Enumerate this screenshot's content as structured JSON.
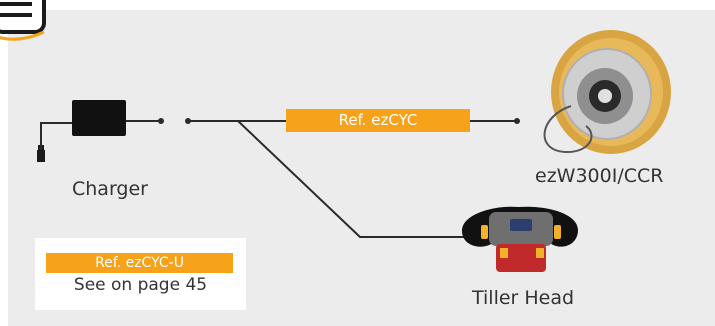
{
  "colors": {
    "panel_bg": "#ececec",
    "accent": "#f7a21b",
    "line": "#2a2a2a",
    "text": "#333333"
  },
  "icons": [
    "menu-icon",
    "charger-icon",
    "motor-wheel-icon",
    "tiller-head-icon"
  ],
  "cable_label": "Ref. ezCYC",
  "components": {
    "charger": {
      "label": "Charger"
    },
    "motor": {
      "label": "ezW300I/CCR"
    },
    "tiller": {
      "label": "Tiller Head"
    }
  },
  "reference_card": {
    "badge": "Ref. ezCYC-U",
    "note": "See on page 45"
  }
}
